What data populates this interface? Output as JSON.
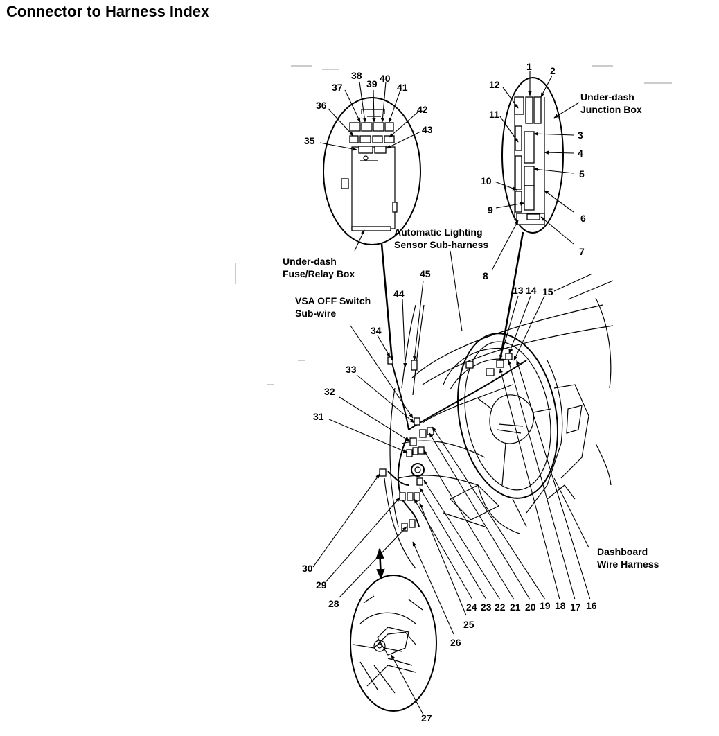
{
  "title": "Connector to Harness Index",
  "callouts": {
    "underdash_junction_box": [
      "Under-dash",
      "Junction Box"
    ],
    "underdash_fuse_relay_box": [
      "Under-dash",
      "Fuse/Relay Box"
    ],
    "auto_lighting_sensor": [
      "Automatic Lighting",
      "Sensor Sub-harness"
    ],
    "vsa_off_switch": [
      "VSA OFF Switch",
      "Sub-wire"
    ],
    "dashboard_wire_harness": [
      "Dashboard",
      "Wire Harness"
    ]
  },
  "numbers": [
    "1",
    "2",
    "3",
    "4",
    "5",
    "6",
    "7",
    "8",
    "9",
    "10",
    "11",
    "12",
    "13",
    "14",
    "15",
    "16",
    "17",
    "18",
    "19",
    "20",
    "21",
    "22",
    "23",
    "24",
    "25",
    "26",
    "27",
    "28",
    "29",
    "30",
    "31",
    "32",
    "33",
    "34",
    "35",
    "36",
    "37",
    "38",
    "39",
    "40",
    "41",
    "42",
    "43",
    "44",
    "45"
  ]
}
